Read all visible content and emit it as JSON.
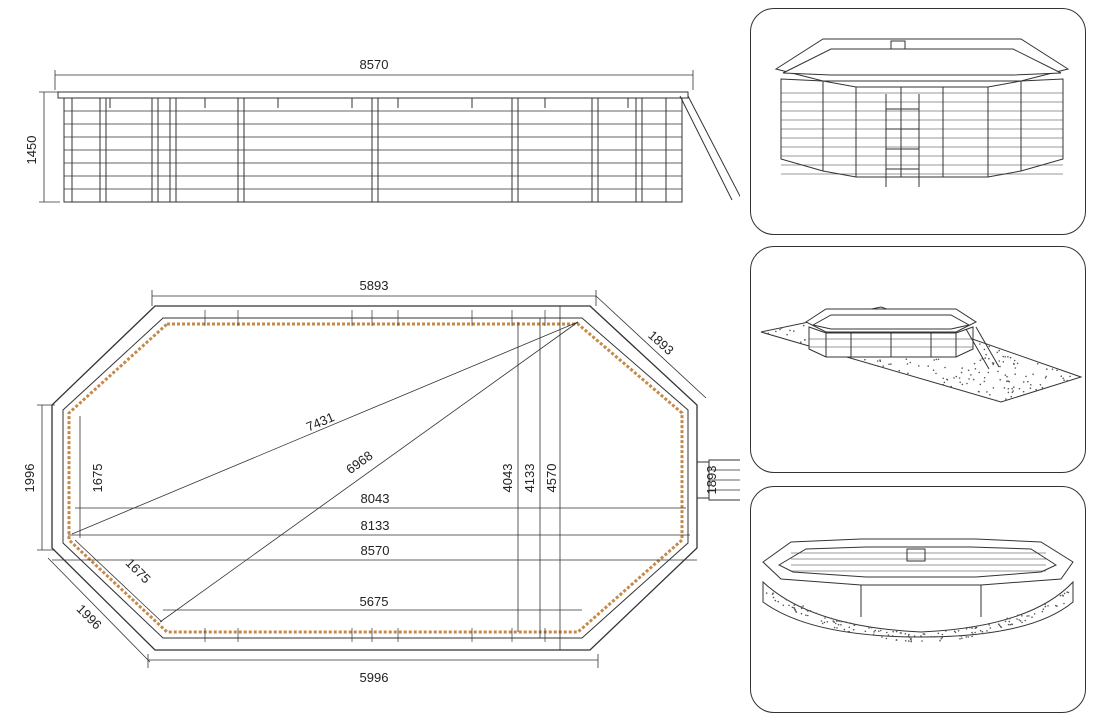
{
  "side_view": {
    "length_label": "8570",
    "height_label": "1450"
  },
  "plan_view": {
    "top_width_label": "5893",
    "diagonal_top_right_label": "1893",
    "diagonal_long_label": "7431",
    "diagonal_short_label": "6968",
    "inner_length_1": "8043",
    "inner_length_2": "8133",
    "overall_length": "8570",
    "bottom_inner_width_label": "5675",
    "bottom_outer_width_label": "5996",
    "left_height_outer_label": "1996",
    "left_height_inner_label": "1675",
    "left_bottom_diag_inner_label": "1675",
    "left_bottom_diag_outer_label": "1996",
    "width_label_1": "4043",
    "width_label_2": "4133",
    "width_label_3": "4570",
    "ladder_width_label": "1893"
  },
  "views": [
    {
      "name": "perspective-front"
    },
    {
      "name": "perspective-terrain"
    },
    {
      "name": "perspective-inground"
    }
  ]
}
